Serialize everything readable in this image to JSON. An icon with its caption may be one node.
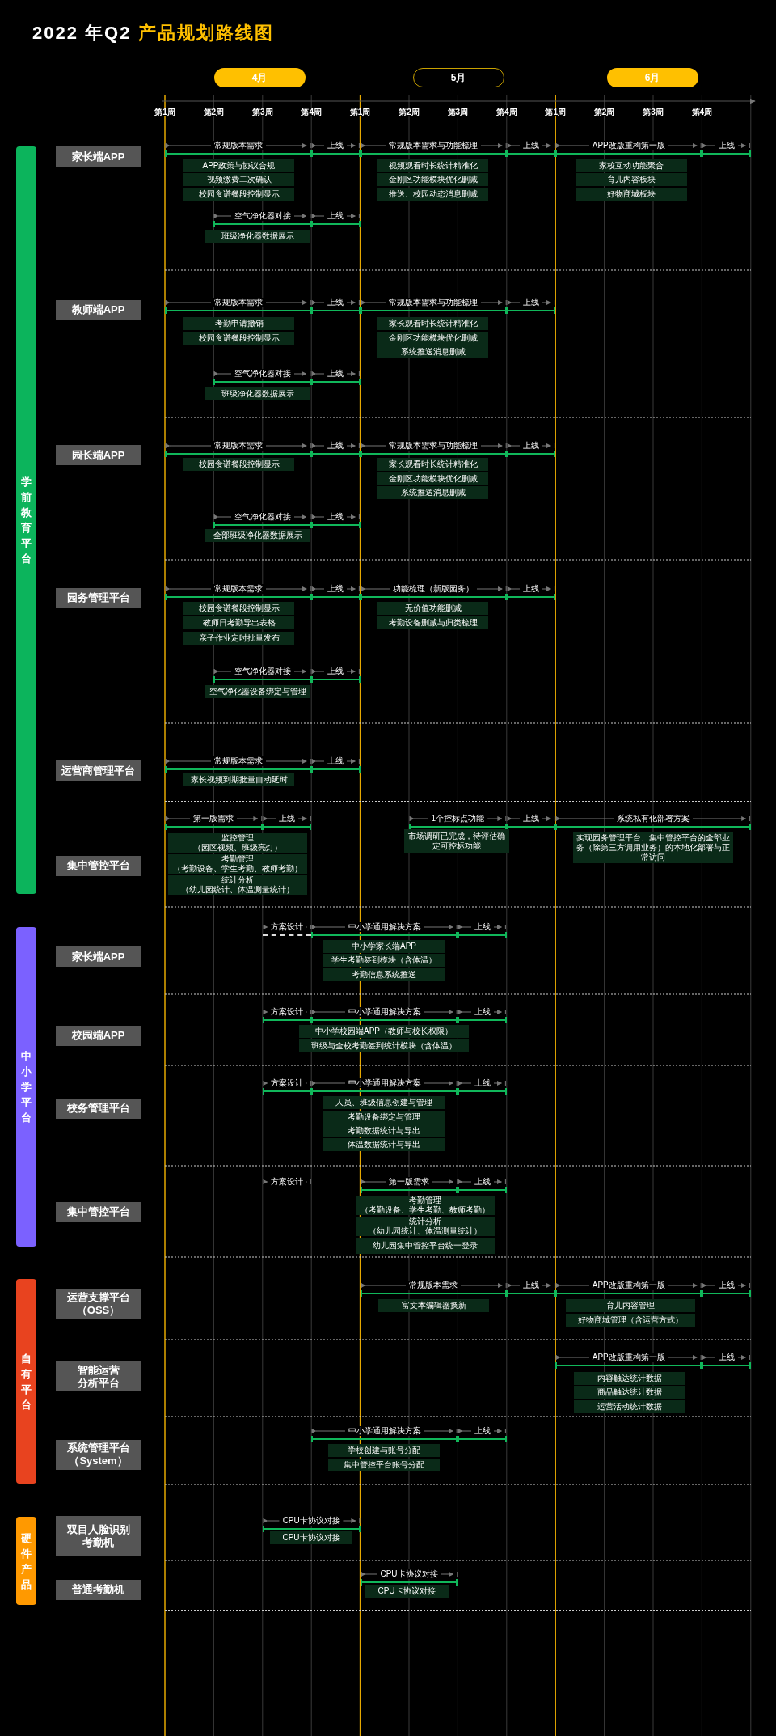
{
  "diagram": {
    "title": "2022 年Q2 *产品规划路线图*",
    "nodes": [
      {
        "text": [
          "4月"
        ]
      },
      {
        "text": [
          "5月"
        ]
      },
      {
        "text": [
          "6月"
        ]
      },
      {
        "text": [
          "学前教育平台"
        ]
      },
      {
        "text": [
          "家长端APP"
        ]
      },
      {
        "text": [
          "常规版本需求"
        ]
      },
      {
        "text": [
          "上线"
        ]
      },
      {
        "text": [
          "常规版本需求与功能梳理"
        ]
      },
      {
        "text": [
          "上线"
        ]
      },
      {
        "text": [
          "APP改版重构第一版"
        ]
      },
      {
        "text": [
          "上线"
        ]
      },
      {
        "text": [
          "APP政策与协议合规"
        ]
      },
      {
        "text": [
          "视频缴费二次确认"
        ]
      },
      {
        "text": [
          "校园食谱餐段控制显示"
        ]
      },
      {
        "text": [
          "视频观看时长统计精准化"
        ]
      },
      {
        "text": [
          "金刚区功能模块优化删减"
        ]
      },
      {
        "text": [
          "推送、校园动态消息删减"
        ]
      },
      {
        "text": [
          "家校互动功能聚合"
        ]
      },
      {
        "text": [
          "育儿内容板块"
        ]
      },
      {
        "text": [
          "好物商城板块"
        ]
      },
      {
        "text": [
          "空气净化器对接"
        ]
      },
      {
        "text": [
          "上线"
        ]
      },
      {
        "text": [
          "班级净化器数据展示"
        ]
      },
      {
        "text": [
          "教师端APP"
        ]
      },
      {
        "text": [
          "常规版本需求"
        ]
      },
      {
        "text": [
          "上线"
        ]
      },
      {
        "text": [
          "常规版本需求与功能梳理"
        ]
      },
      {
        "text": [
          "上线"
        ]
      },
      {
        "text": [
          "考勤申请撤销"
        ]
      },
      {
        "text": [
          "校园食谱餐段控制显示"
        ]
      },
      {
        "text": [
          "家长观看时长统计精准化"
        ]
      },
      {
        "text": [
          "金刚区功能模块优化删减"
        ]
      },
      {
        "text": [
          "系统推送消息删减"
        ]
      },
      {
        "text": [
          "空气净化器对接"
        ]
      },
      {
        "text": [
          "上线"
        ]
      },
      {
        "text": [
          "班级净化器数据展示"
        ]
      },
      {
        "text": [
          "园长端APP"
        ]
      },
      {
        "text": [
          "常规版本需求"
        ]
      },
      {
        "text": [
          "上线"
        ]
      },
      {
        "text": [
          "常规版本需求与功能梳理"
        ]
      },
      {
        "text": [
          "上线"
        ]
      },
      {
        "text": [
          "校园食谱餐段控制显示"
        ]
      },
      {
        "text": [
          "家长观看时长统计精准化"
        ]
      },
      {
        "text": [
          "金刚区功能模块优化删减"
        ]
      },
      {
        "text": [
          "系统推送消息删减"
        ]
      },
      {
        "text": [
          "空气净化器对接"
        ]
      },
      {
        "text": [
          "上线"
        ]
      },
      {
        "text": [
          "全部班级净化器数据展示"
        ]
      },
      {
        "text": [
          "园务管理平台"
        ]
      },
      {
        "text": [
          "常规版本需求"
        ]
      },
      {
        "text": [
          "上线"
        ]
      },
      {
        "text": [
          "功能梳理（新版园务）"
        ]
      },
      {
        "text": [
          "上线"
        ]
      },
      {
        "text": [
          "校园食谱餐段控制显示"
        ]
      },
      {
        "text": [
          "教师日考勤导出表格"
        ]
      },
      {
        "text": [
          "亲子作业定时批量发布"
        ]
      },
      {
        "text": [
          "无价值功能删减"
        ]
      },
      {
        "text": [
          "考勤设备删减与归类梳理"
        ]
      },
      {
        "text": [
          "空气净化器对接"
        ]
      },
      {
        "text": [
          "上线"
        ]
      },
      {
        "text": [
          "空气净化器设备绑定与管理"
        ]
      },
      {
        "text": [
          "运营商管理平台"
        ]
      },
      {
        "text": [
          "常规版本需求"
        ]
      },
      {
        "text": [
          "上线"
        ]
      },
      {
        "text": [
          "家长视频到期批量自动延时"
        ]
      },
      {
        "text": [
          "集中管控平台"
        ]
      },
      {
        "text": [
          "第一版需求"
        ]
      },
      {
        "text": [
          "上线"
        ]
      },
      {
        "text": [
          "1个控标点功能"
        ]
      },
      {
        "text": [
          "上线"
        ]
      },
      {
        "text": [
          "系统私有化部署方案"
        ]
      },
      {
        "text": [
          "监控管理",
          "（园区视频、班级亮灯）"
        ]
      },
      {
        "text": [
          "考勤管理",
          "（考勤设备、学生考勤、教师考勤）"
        ]
      },
      {
        "text": [
          "统计分析",
          "（幼儿园统计、体温测量统计）"
        ]
      },
      {
        "text": [
          "市场调研已完成，待评估确定可控标功能"
        ]
      },
      {
        "text": [
          "实现园务管理平台、集中管控平台的全部业务（除第三方调用业务）的本地化部署与正常访问"
        ]
      },
      {
        "text": [
          "中小学平台"
        ]
      },
      {
        "text": [
          "家长端APP"
        ]
      },
      {
        "text": [
          "方案设计"
        ]
      },
      {
        "text": [
          "中小学通用解决方案"
        ]
      },
      {
        "text": [
          "上线"
        ]
      },
      {
        "text": [
          "中小学家长端APP"
        ]
      },
      {
        "text": [
          "学生考勤签到模块（含体温）"
        ]
      },
      {
        "text": [
          "考勤信息系统推送"
        ]
      },
      {
        "text": [
          "校园端APP"
        ]
      },
      {
        "text": [
          "方案设计"
        ]
      },
      {
        "text": [
          "中小学通用解决方案"
        ]
      },
      {
        "text": [
          "上线"
        ]
      },
      {
        "text": [
          "中小学校园端APP（教师与校长权限）"
        ]
      },
      {
        "text": [
          "班级与全校考勤签到统计模块（含体温）"
        ]
      },
      {
        "text": [
          "校务管理平台"
        ]
      },
      {
        "text": [
          "方案设计"
        ]
      },
      {
        "text": [
          "中小学通用解决方案"
        ]
      },
      {
        "text": [
          "上线"
        ]
      },
      {
        "text": [
          "人员、班级信息创建与管理"
        ]
      },
      {
        "text": [
          "考勤设备绑定与管理"
        ]
      },
      {
        "text": [
          "考勤数据统计与导出"
        ]
      },
      {
        "text": [
          "体温数据统计与导出"
        ]
      },
      {
        "text": [
          "集中管控平台"
        ]
      },
      {
        "text": [
          "方案设计"
        ]
      },
      {
        "text": [
          "第一版需求"
        ]
      },
      {
        "text": [
          "上线"
        ]
      },
      {
        "text": [
          "考勤管理",
          "（考勤设备、学生考勤、教师考勤）"
        ]
      },
      {
        "text": [
          "统计分析",
          "（幼儿园统计、体温测量统计）"
        ]
      },
      {
        "text": [
          "幼儿园集中管控平台统一登录"
        ]
      },
      {
        "text": [
          "自有平台"
        ]
      },
      {
        "text": [
          "运营支撑平台（OSS）"
        ]
      },
      {
        "text": [
          "常规版本需求"
        ]
      },
      {
        "text": [
          "上线"
        ]
      },
      {
        "text": [
          "APP改版重构第一版"
        ]
      },
      {
        "text": [
          "上线"
        ]
      },
      {
        "text": [
          "富文本编辑器换新"
        ]
      },
      {
        "text": [
          "育儿内容管理"
        ]
      },
      {
        "text": [
          "好物商城管理（含运营方式）"
        ]
      },
      {
        "text": [
          "智能运营分析平台"
        ]
      },
      {
        "text": [
          "APP改版重构第一版"
        ]
      },
      {
        "text": [
          "上线"
        ]
      },
      {
        "text": [
          "内容触达统计数据"
        ]
      },
      {
        "text": [
          "商品触达统计数据"
        ]
      },
      {
        "text": [
          "运营活动统计数据"
        ]
      },
      {
        "text": [
          "系统管理平台（System）"
        ]
      },
      {
        "text": [
          "中小学通用解决方案"
        ]
      },
      {
        "text": [
          "上线"
        ]
      },
      {
        "text": [
          "学校创建与账号分配"
        ]
      },
      {
        "text": [
          "集中管控平台账号分配"
        ]
      },
      {
        "text": [
          "硬件产品"
        ]
      },
      {
        "text": [
          "双目人脸识别考勤机"
        ]
      },
      {
        "text": [
          "CPU卡协议对接"
        ]
      },
      {
        "text": [
          "CPU卡协议对接"
        ]
      },
      {
        "text": [
          "普通考勤机"
        ]
      },
      {
        "text": [
          "CPU卡协议对接"
        ]
      },
      {
        "text": [
          "CPU卡协议对接"
        ]
      }
    ],
    "labels": [
      "第1周",
      "第2周",
      "第3周",
      "第4周",
      "第1周",
      "第2周",
      "第3周",
      "第4周",
      "第1周",
      "第2周",
      "第3周",
      "第4周"
    ]
  }
}
